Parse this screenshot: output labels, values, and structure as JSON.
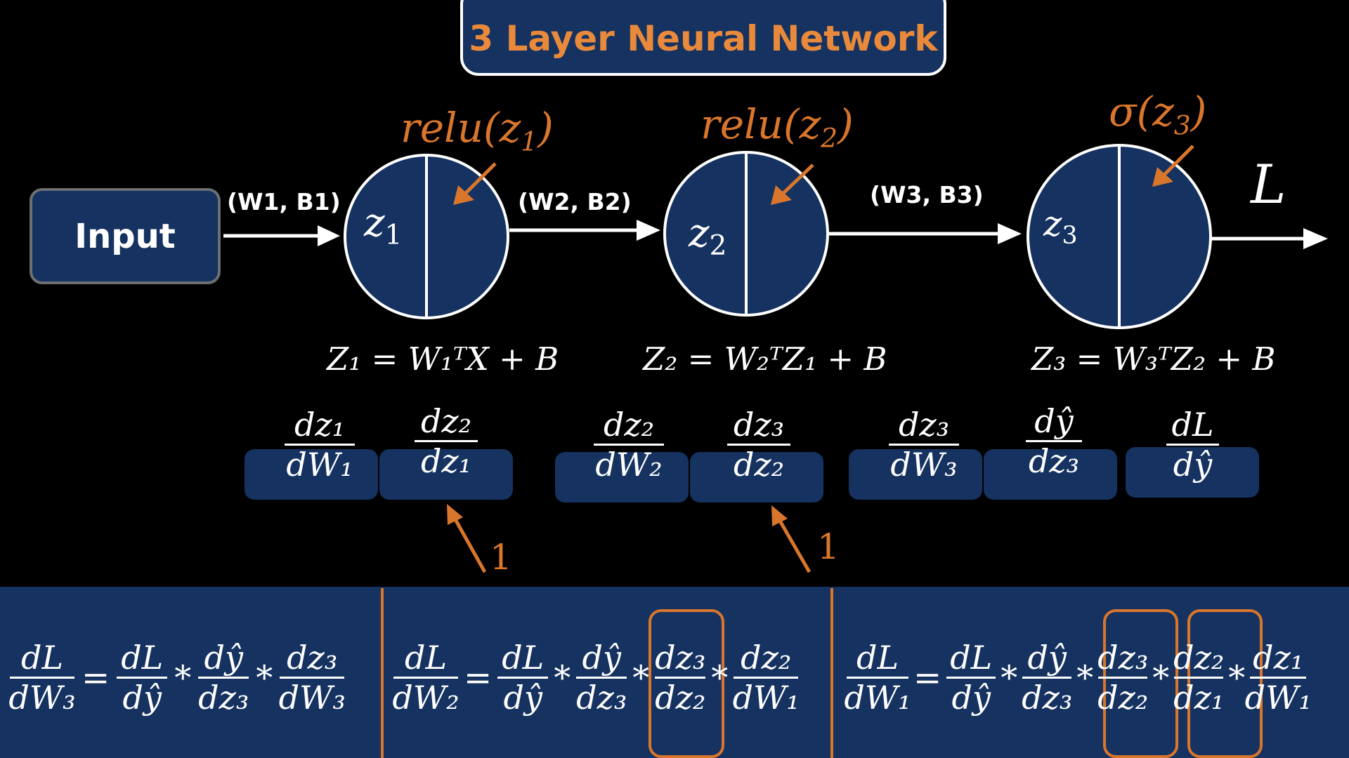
{
  "title": "3 Layer Neural Network",
  "input_label": "Input",
  "edges": [
    {
      "label": "(W1, B1)"
    },
    {
      "label": "(W2, B2)"
    },
    {
      "label": "(W3, B3)"
    }
  ],
  "output_label": "L",
  "nodes": [
    {
      "var": "z",
      "sub": "1",
      "activation": "relu(z",
      "act_sub": "1",
      "act_close": ")"
    },
    {
      "var": "z",
      "sub": "2",
      "activation": "relu(z",
      "act_sub": "2",
      "act_close": ")"
    },
    {
      "var": "z",
      "sub": "3",
      "activation": "σ(z",
      "act_sub": "3",
      "act_close": ")"
    }
  ],
  "equations": [
    "Z₁ = W₁ᵀX + B",
    "Z₂ = W₂ᵀZ₁ + B",
    "Z₃ = W₃ᵀZ₂ + B"
  ],
  "derivative_tiles": [
    {
      "num": "dz₁",
      "den": "dW₁"
    },
    {
      "num": "dz₂",
      "den": "dz₁"
    },
    {
      "num": "dz₂",
      "den": "dW₂"
    },
    {
      "num": "dz₃",
      "den": "dz₂"
    },
    {
      "num": "dz₃",
      "den": "dW₃"
    },
    {
      "num": "dŷ",
      "den": "dz₃"
    },
    {
      "num": "dL",
      "den": "dŷ"
    }
  ],
  "annotations": [
    "1",
    "1"
  ],
  "chain_rules": [
    {
      "lhs": {
        "num": "dL",
        "den": "dW₃"
      },
      "terms": [
        {
          "num": "dL",
          "den": "dŷ"
        },
        {
          "num": "dŷ",
          "den": "dz₃"
        },
        {
          "num": "dz₃",
          "den": "dW₃"
        }
      ]
    },
    {
      "lhs": {
        "num": "dL",
        "den": "dW₂"
      },
      "terms": [
        {
          "num": "dL",
          "den": "dŷ"
        },
        {
          "num": "dŷ",
          "den": "dz₃"
        },
        {
          "num": "dz₃",
          "den": "dz₂"
        },
        {
          "num": "dz₂",
          "den": "dW₁"
        }
      ]
    },
    {
      "lhs": {
        "num": "dL",
        "den": "dW₁"
      },
      "terms": [
        {
          "num": "dL",
          "den": "dŷ"
        },
        {
          "num": "dŷ",
          "den": "dz₃"
        },
        {
          "num": "dz₃",
          "den": "dz₂"
        },
        {
          "num": "dz₂",
          "den": "dz₁"
        },
        {
          "num": "dz₁",
          "den": "dW₁"
        }
      ]
    }
  ],
  "operators": {
    "equals": "=",
    "times": "*"
  },
  "colors": {
    "navy": "#153260",
    "orange": "#d9762c",
    "title_orange": "#e8893b",
    "white": "#ffffff",
    "background": "#000000"
  }
}
